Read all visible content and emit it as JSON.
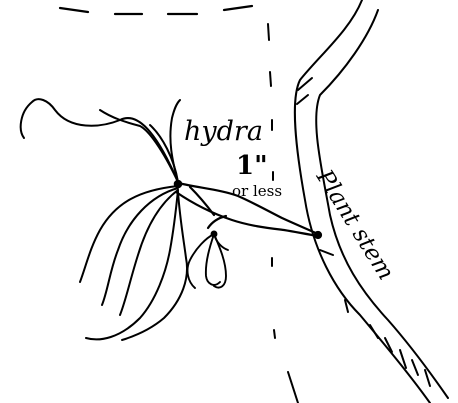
{
  "labels": {
    "organism": "hydra",
    "size": "1\"",
    "size_note": "or less",
    "stem": "Plant stem"
  },
  "colors": {
    "ink": "#000000",
    "paper": "#ffffff"
  }
}
